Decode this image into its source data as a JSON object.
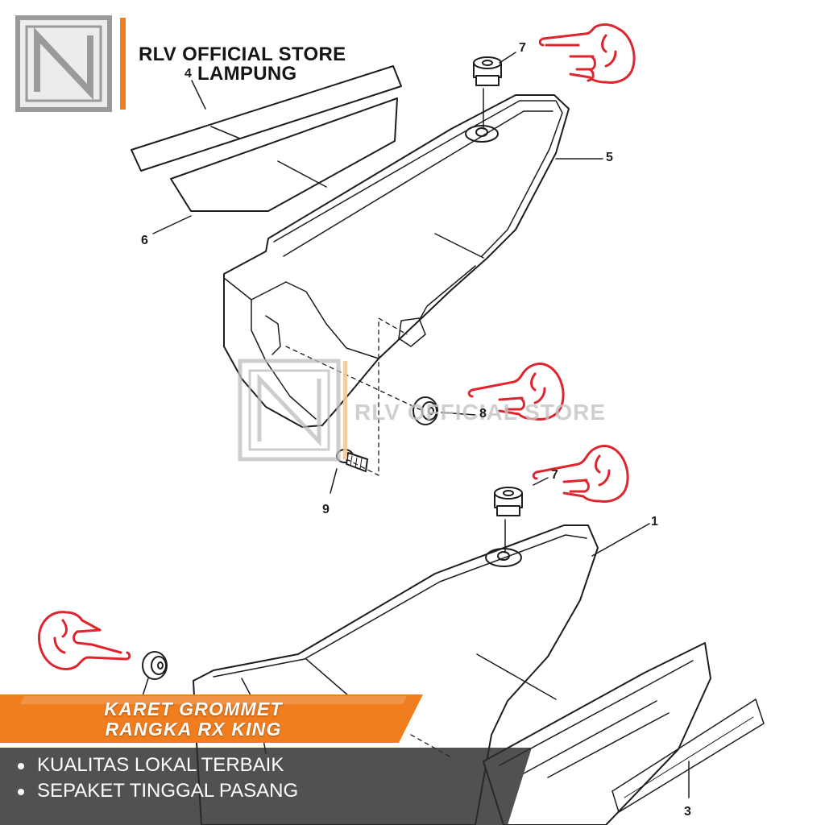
{
  "store": {
    "name": "RLV OFFICIAL STORE",
    "city": "LAMPUNG"
  },
  "watermark": {
    "text": "RLV OFFICIAL STORE"
  },
  "callouts": [
    "1",
    "3",
    "4",
    "5",
    "6",
    "7",
    "7",
    "8",
    "9"
  ],
  "banner": {
    "line1": "KARET GROMMET",
    "line2": "RANGKA RX KING"
  },
  "features": [
    "KUALITAS LOKAL TERBAIK",
    "SEPAKET TINGGAL PASANG"
  ],
  "colors": {
    "accent": "#f07d1e",
    "pointer": "#e0242e",
    "dark_band": "#2b2b2b",
    "line_art": "#1d1d1d"
  }
}
